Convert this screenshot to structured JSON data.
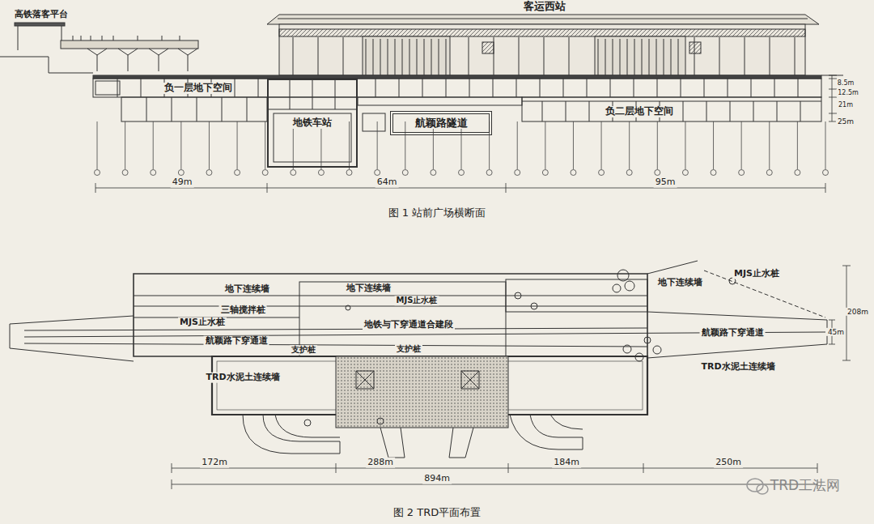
{
  "diagram": {
    "nodes": [
      {
        "text": [
          "高铁落客平台"
        ]
      },
      {
        "text": [
          "客运西站"
        ]
      },
      {
        "text": [
          "负一层地下空间"
        ]
      },
      {
        "text": [
          "地铁车站"
        ]
      },
      {
        "text": [
          "航颖路隧道"
        ]
      },
      {
        "text": [
          "负二层地下空间"
        ]
      }
    ],
    "labels": [
      "8.5m",
      "12.5m",
      "21m",
      "25m",
      "49m",
      "64m",
      "95m",
      "图 1 站前广场横断面",
      "地下连续墙",
      "地下连续墙",
      "三轴搅拌桩",
      "MJS止水桩",
      "航颖路下穿通道",
      "支护桩",
      "TRD水泥土连续墙",
      "MJS止水桩",
      "地铁与下穿通道合建段",
      "支护桩",
      "地下连续墙",
      "MJS止水桩",
      "航颖路下穿通道",
      "TRD水泥土连续墙",
      "208m",
      "45m",
      "172m",
      "288m",
      "184m",
      "250m",
      "894m",
      "图 2 TRD平面布置",
      "TRD工法网"
    ]
  }
}
